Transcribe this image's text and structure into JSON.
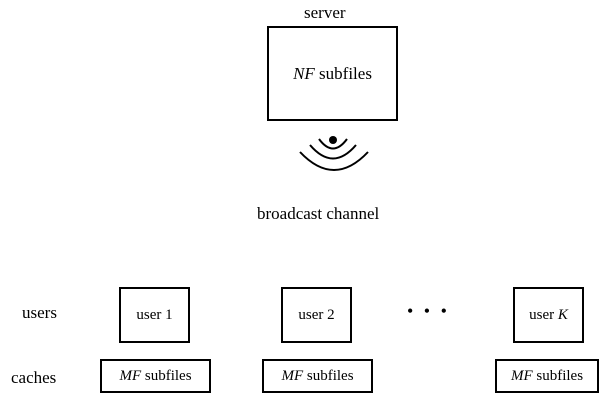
{
  "server": {
    "title": "server",
    "content_var": "NF",
    "content_text": " subfiles"
  },
  "channel": {
    "label": "broadcast channel"
  },
  "row_labels": {
    "users": "users",
    "caches": "caches"
  },
  "users": [
    {
      "text": "user ",
      "var": "",
      "num": "1"
    },
    {
      "text": "user ",
      "var": "",
      "num": "2"
    },
    {
      "text": "user ",
      "var": "K",
      "num": ""
    }
  ],
  "ellipsis": "• • •",
  "cache": {
    "var": "MF",
    "text": " subfiles"
  }
}
